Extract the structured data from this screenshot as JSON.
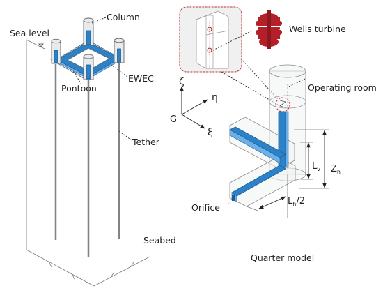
{
  "labels": {
    "column": "Column",
    "sea_level": "Sea level",
    "ewec": "EWEC",
    "pontoon": "Pontoon",
    "tether": "Tether",
    "seabed": "Seabed",
    "wells_turbine": "Wells turbine",
    "operating_room": "Operating room",
    "orifice": "Orifice",
    "quarter_model": "Quarter model"
  },
  "axes": {
    "zeta": "ζ",
    "eta": "η",
    "xi": "ξ",
    "origin": "G"
  },
  "dimensions": {
    "lv_main": "L",
    "lv_sub": "v",
    "zh_main": "Z",
    "zh_sub": "h",
    "lh_main": "L",
    "lh_sub": "h",
    "lh_suffix": "/2"
  },
  "colors": {
    "pontoon_blue": "#2b82c9",
    "turbine_red": "#b3202a",
    "highlight_dashed": "#c92f2f"
  }
}
